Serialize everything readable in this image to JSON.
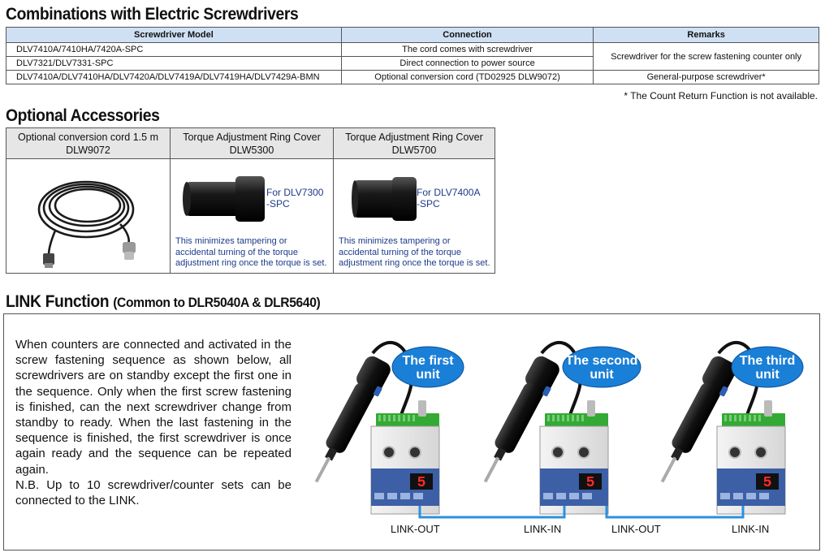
{
  "combinations": {
    "title": "Combinations with Electric Screwdrivers",
    "headers": [
      "Screwdriver Model",
      "Connection",
      "Remarks"
    ],
    "rows": [
      {
        "model": "DLV7410A/7410HA/7420A-SPC",
        "connection": "The cord comes with screwdriver"
      },
      {
        "model": "DLV7321/DLV7331-SPC",
        "connection": "Direct connection to power source"
      },
      {
        "model": "DLV7410A/DLV7410HA/DLV7420A/DLV7419A/DLV7419HA/DLV7429A-BMN",
        "connection": "Optional conversion cord (TD02925 DLW9072)",
        "remarks": "General-purpose screwdriver*"
      }
    ],
    "merged_remark": "Screwdriver for the screw fastening counter only",
    "footnote": "* The Count Return Function is not available."
  },
  "accessories": {
    "title": "Optional Accessories",
    "items": [
      {
        "name": "Optional conversion cord 1.5 m",
        "code": "DLW9072",
        "icon": "cable-icon"
      },
      {
        "name": "Torque Adjustment Ring Cover",
        "code": "DLW5300",
        "for_line1": "For DLV7300",
        "for_line2": "-SPC",
        "note1": "This minimizes tampering or",
        "note2": "accidental turning of the torque",
        "note3": "adjustment ring once the torque is set."
      },
      {
        "name": "Torque Adjustment Ring Cover",
        "code": "DLW5700",
        "for_line1": "For DLV7400A",
        "for_line2": "-SPC",
        "note1": "This minimizes tampering or",
        "note2": "accidental turning of the torque",
        "note3": "adjustment ring once the torque is set."
      }
    ]
  },
  "link": {
    "title": "LINK Function",
    "subtitle": "(Common to DLR5040A & DLR5640)",
    "paragraph": "When counters are connected and activated in the screw fastening sequence as shown below, all screwdrivers are on standby except the first one in the sequence. Only when the first screw fastening is finished, can the next screwdriver change from standby to ready. When the last fastening in the sequence is finished, the first screwdriver is once again ready and the sequence can be repeated again.",
    "note": "N.B. Up to 10 screwdriver/counter sets can be connected to the LINK.",
    "units": [
      {
        "line1": "The first",
        "line2": "unit"
      },
      {
        "line1": "The second",
        "line2": "unit"
      },
      {
        "line1": "The third",
        "line2": "unit"
      }
    ],
    "display_value": "5",
    "connectors": [
      "LINK-OUT",
      "LINK-IN",
      "LINK-OUT",
      "LINK-IN"
    ],
    "colors": {
      "bubble": "#1a7fd6",
      "link_line": "#2a90e0",
      "display": "#ff2a2a",
      "header_bg": "#cfe0f4"
    }
  }
}
